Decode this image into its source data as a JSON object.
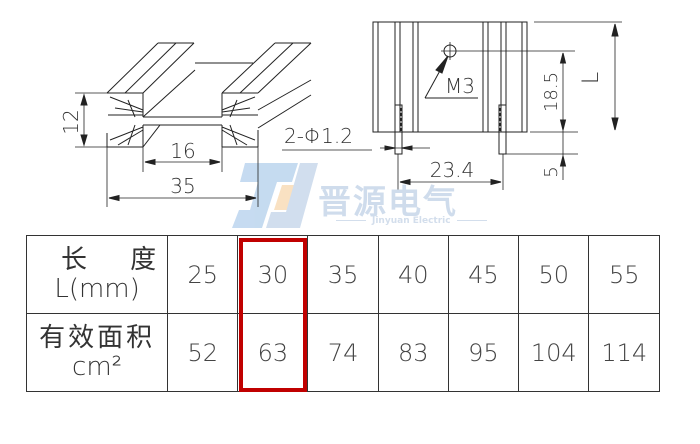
{
  "drawing": {
    "cross_section": {
      "height_label": "12",
      "inner_width_label": "16",
      "total_width_label": "35"
    },
    "side_view": {
      "pin_label": "2-Φ1.2",
      "thread_label": "M3",
      "pin_spacing_label": "23.4",
      "hole_height_label": "18.5",
      "pin_length_label": "5",
      "length_label": "L"
    }
  },
  "watermark": {
    "brand_cn": "晋源电气",
    "brand_en": "Jinyuan Electric",
    "colors": {
      "blue": "#a9c8e8",
      "orange": "#f7d9b5"
    }
  },
  "table": {
    "row_headers": [
      {
        "cn_left": "长",
        "cn_right": "度",
        "unit": "L(mm)"
      },
      {
        "cn": "有效面积",
        "unit": "cm²"
      }
    ],
    "lengths_mm": [
      "25",
      "30",
      "35",
      "40",
      "45",
      "50",
      "55"
    ],
    "areas_cm2": [
      "52",
      "63",
      "74",
      "83",
      "95",
      "104",
      "114"
    ],
    "highlighted_column_index": 1,
    "highlight_color": "#c00000"
  }
}
